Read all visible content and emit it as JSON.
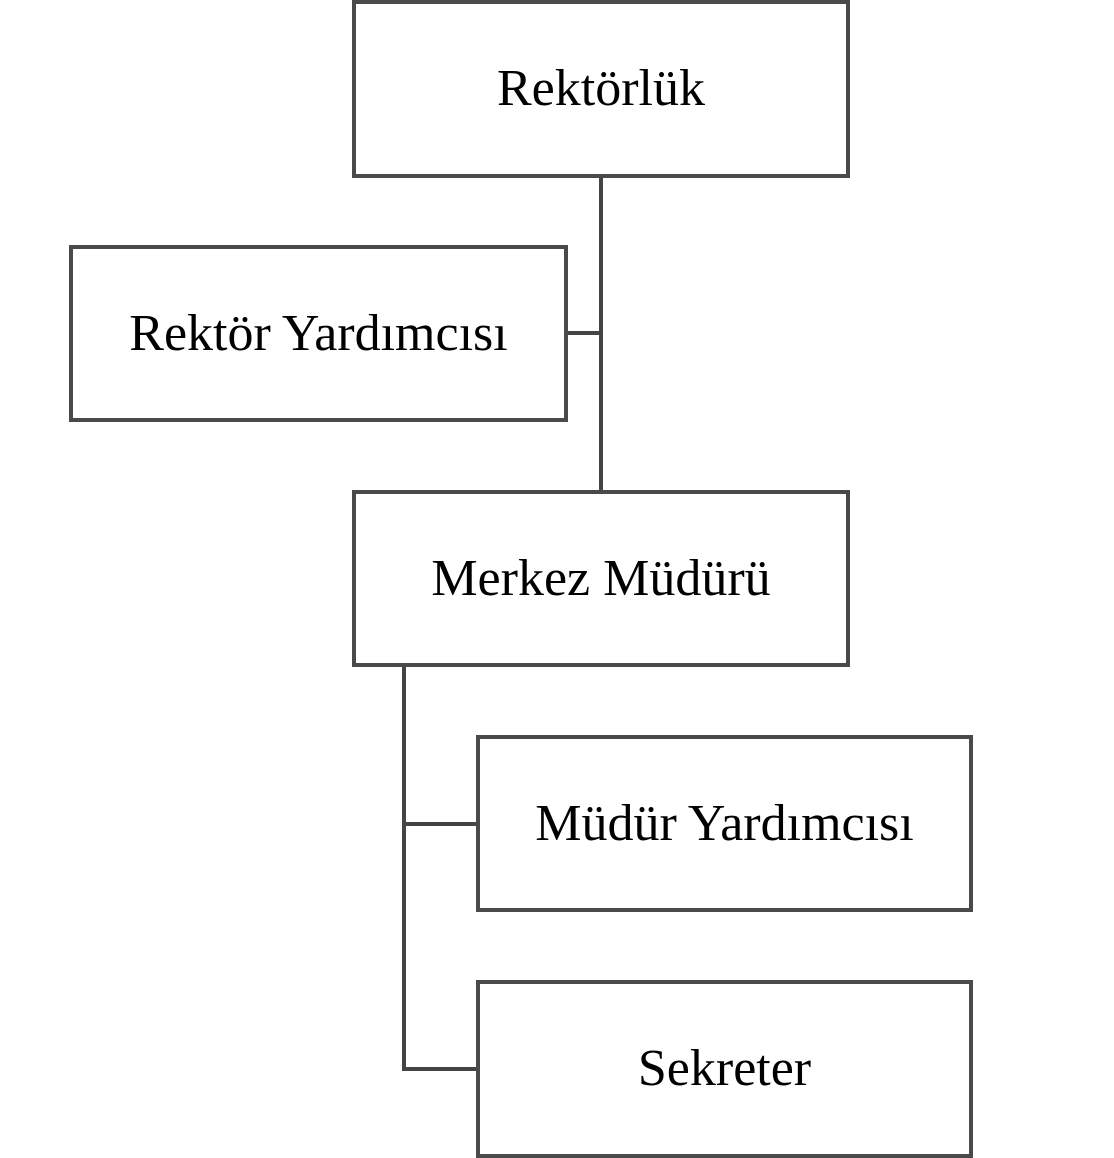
{
  "org_chart": {
    "nodes": [
      {
        "id": "rektorluk",
        "label": "Rektörlük"
      },
      {
        "id": "rektor-yardimcisi",
        "label": "Rektör Yardımcısı"
      },
      {
        "id": "merkez-muduru",
        "label": "Merkez Müdürü"
      },
      {
        "id": "mudur-yardimcisi",
        "label": "Müdür Yardımcısı"
      },
      {
        "id": "sekreter",
        "label": "Sekreter"
      }
    ],
    "edges": [
      {
        "from": "rektorluk",
        "to": "rektor-yardimcisi"
      },
      {
        "from": "rektorluk",
        "to": "merkez-muduru"
      },
      {
        "from": "merkez-muduru",
        "to": "mudur-yardimcisi"
      },
      {
        "from": "merkez-muduru",
        "to": "sekreter"
      }
    ],
    "colors": {
      "border": "#4a4a4a",
      "connector": "#444444",
      "text": "#000000",
      "background": "#ffffff"
    }
  }
}
